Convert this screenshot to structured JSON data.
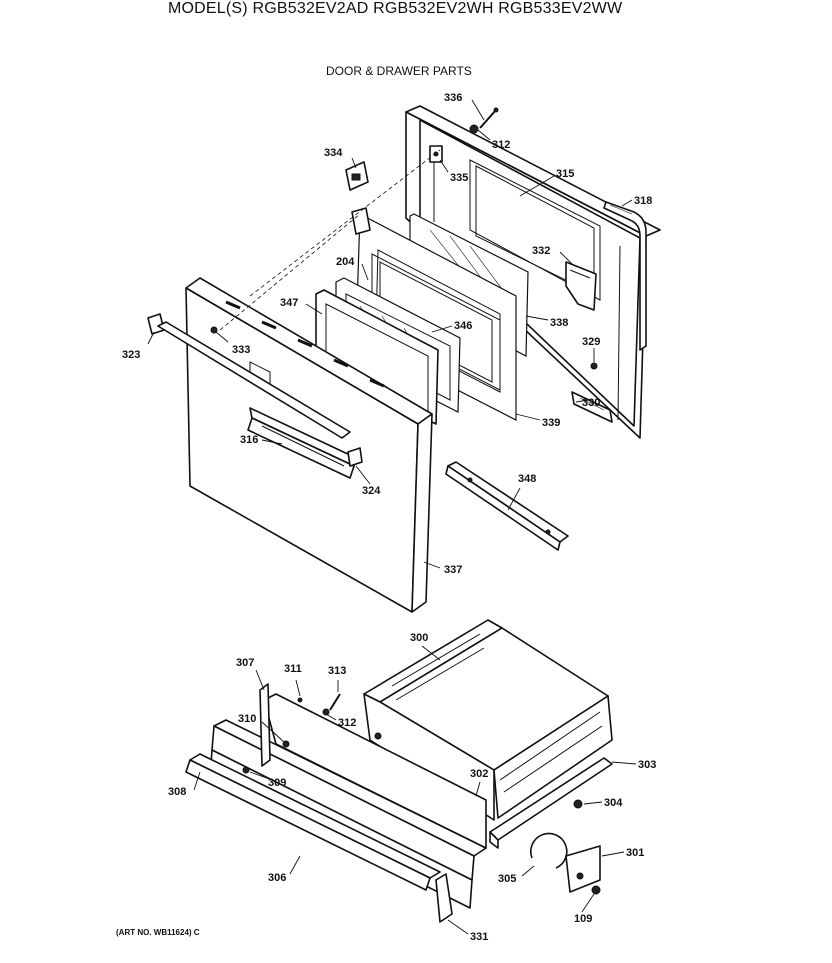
{
  "header": {
    "model_line": "MODEL(S) RGB532EV2AD  RGB532EV2WH  RGB533EV2WW",
    "subtitle": "DOOR & DRAWER PARTS"
  },
  "footer": {
    "art_number": "(ART NO. WB11624) C"
  },
  "callouts": {
    "p336": "336",
    "p312a": "312",
    "p334": "334",
    "p335": "335",
    "p315": "315",
    "p318": "318",
    "p204": "204",
    "p332": "332",
    "p347": "347",
    "p346": "346",
    "p338": "338",
    "p323": "323",
    "p333": "333",
    "p329": "329",
    "p330": "330",
    "p339": "339",
    "p316": "316",
    "p324": "324",
    "p348": "348",
    "p337": "337",
    "p300": "300",
    "p307": "307",
    "p311": "311",
    "p313": "313",
    "p310": "310",
    "p312b": "312",
    "p309": "309",
    "p308": "308",
    "p302": "302",
    "p303": "303",
    "p304": "304",
    "p306": "306",
    "p305": "305",
    "p301": "301",
    "p109": "109",
    "p331": "331"
  }
}
